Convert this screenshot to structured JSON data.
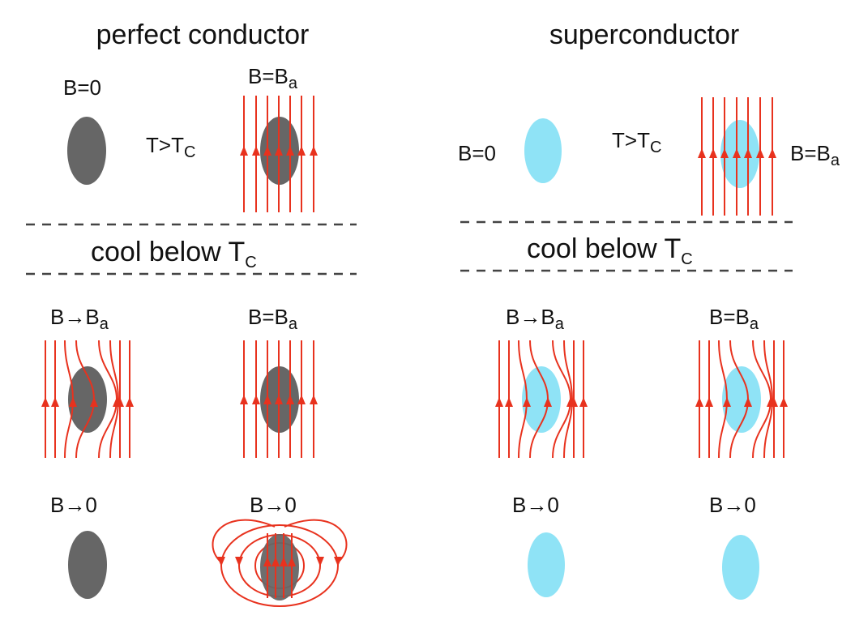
{
  "columns": {
    "left_title": "perfect conductor",
    "right_title": "superconductor"
  },
  "labels": {
    "b_zero": "B=0",
    "b_eq": "B=B",
    "b_arrow_ba": "B",
    "b_arrow_zero": "B",
    "zero": "0",
    "sub_a": "a",
    "t_gt": "T>T",
    "sub_c": "C",
    "cool_below": "cool below T",
    "sub_c_cool": "C",
    "arrow": "→"
  },
  "colors": {
    "field_lines": "#e8321e",
    "perfect_conductor": "#666666",
    "superconductor": "#8fe3f6",
    "dashed_separator": "#444444"
  }
}
